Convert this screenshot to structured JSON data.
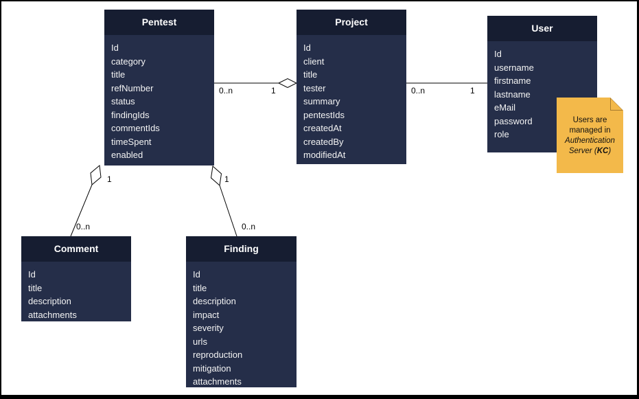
{
  "diagram": {
    "entities": [
      {
        "name": "Pentest",
        "fields": [
          "Id",
          "category",
          "title",
          "refNumber",
          "status",
          "findingIds",
          "commentIds",
          "timeSpent",
          "enabled"
        ]
      },
      {
        "name": "Project",
        "fields": [
          "Id",
          "client",
          "title",
          "tester",
          "summary",
          "pentestIds",
          "createdAt",
          "createdBy",
          "modifiedAt"
        ]
      },
      {
        "name": "User",
        "fields": [
          "Id",
          "username",
          "firstname",
          "lastname",
          "eMail",
          "password",
          "role"
        ]
      },
      {
        "name": "Comment",
        "fields": [
          "Id",
          "title",
          "description",
          "attachments"
        ]
      },
      {
        "name": "Finding",
        "fields": [
          "Id",
          "title",
          "description",
          "impact",
          "severity",
          "urls",
          "reproduction",
          "mitigation",
          "attachments"
        ]
      }
    ],
    "relationships": [
      {
        "from": "Pentest",
        "to": "Project",
        "from_label": "0..n",
        "to_label": "1",
        "diamond_at": "Project"
      },
      {
        "from": "Project",
        "to": "User",
        "from_label": "0..n",
        "to_label": "1",
        "diamond_at": "none"
      },
      {
        "from": "Pentest",
        "to": "Comment",
        "from_label": "1",
        "to_label": "0..n",
        "diamond_at": "Pentest"
      },
      {
        "from": "Pentest",
        "to": "Finding",
        "from_label": "1",
        "to_label": "0..n",
        "diamond_at": "Pentest"
      }
    ],
    "note": {
      "text_plain": "Users are managed in",
      "text_italic_pre": "Authentication Server (",
      "text_bold_italic": "KC",
      "text_italic_close": ")"
    },
    "colors": {
      "entity_header_bg": "#161D31",
      "entity_body_bg": "#252E49",
      "entity_text": "#FFFFFF",
      "note_bg": "#F3B94A",
      "note_fold_edge": "#A87B2E",
      "line": "#000000",
      "canvas_bg": "#FFFFFF"
    }
  }
}
